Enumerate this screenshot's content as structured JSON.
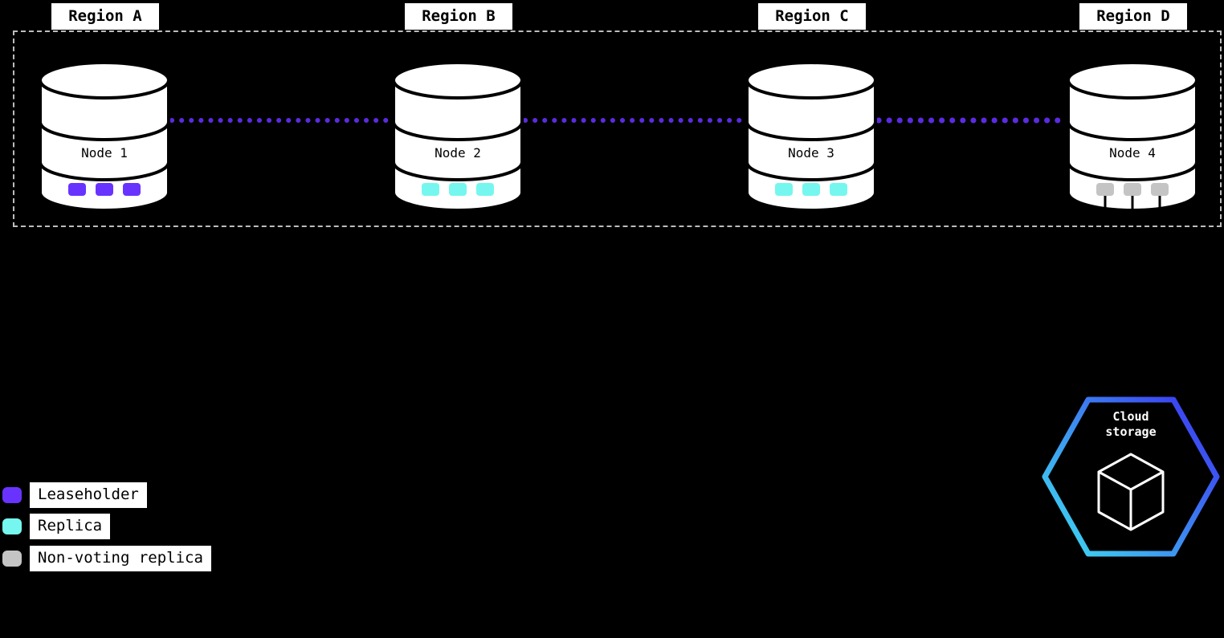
{
  "regions": [
    {
      "label": "Region A"
    },
    {
      "label": "Region B"
    },
    {
      "label": "Region C"
    },
    {
      "label": "Region D"
    }
  ],
  "nodes": [
    {
      "label": "Node 1",
      "marker": "leaseholder"
    },
    {
      "label": "Node 2",
      "marker": "replica"
    },
    {
      "label": "Node 3",
      "marker": "replica"
    },
    {
      "label": "Node 4",
      "marker": "non-voting-replica"
    }
  ],
  "legend": {
    "items": [
      {
        "label": "Leaseholder",
        "color": "#6933ff"
      },
      {
        "label": "Replica",
        "color": "#75f7ef"
      },
      {
        "label": "Non-voting replica",
        "color": "#c4c4c4"
      }
    ]
  },
  "cloud_storage": {
    "label_line1": "Cloud",
    "label_line2": "storage"
  },
  "colors": {
    "leaseholder": "#6933ff",
    "replica": "#75f7ef",
    "non_voting_replica": "#c4c4c4",
    "connection_line": "#5b2be0",
    "hexagon_gradient_start": "#3fd9f0",
    "hexagon_gradient_end": "#3b36f1",
    "background": "#000000"
  }
}
